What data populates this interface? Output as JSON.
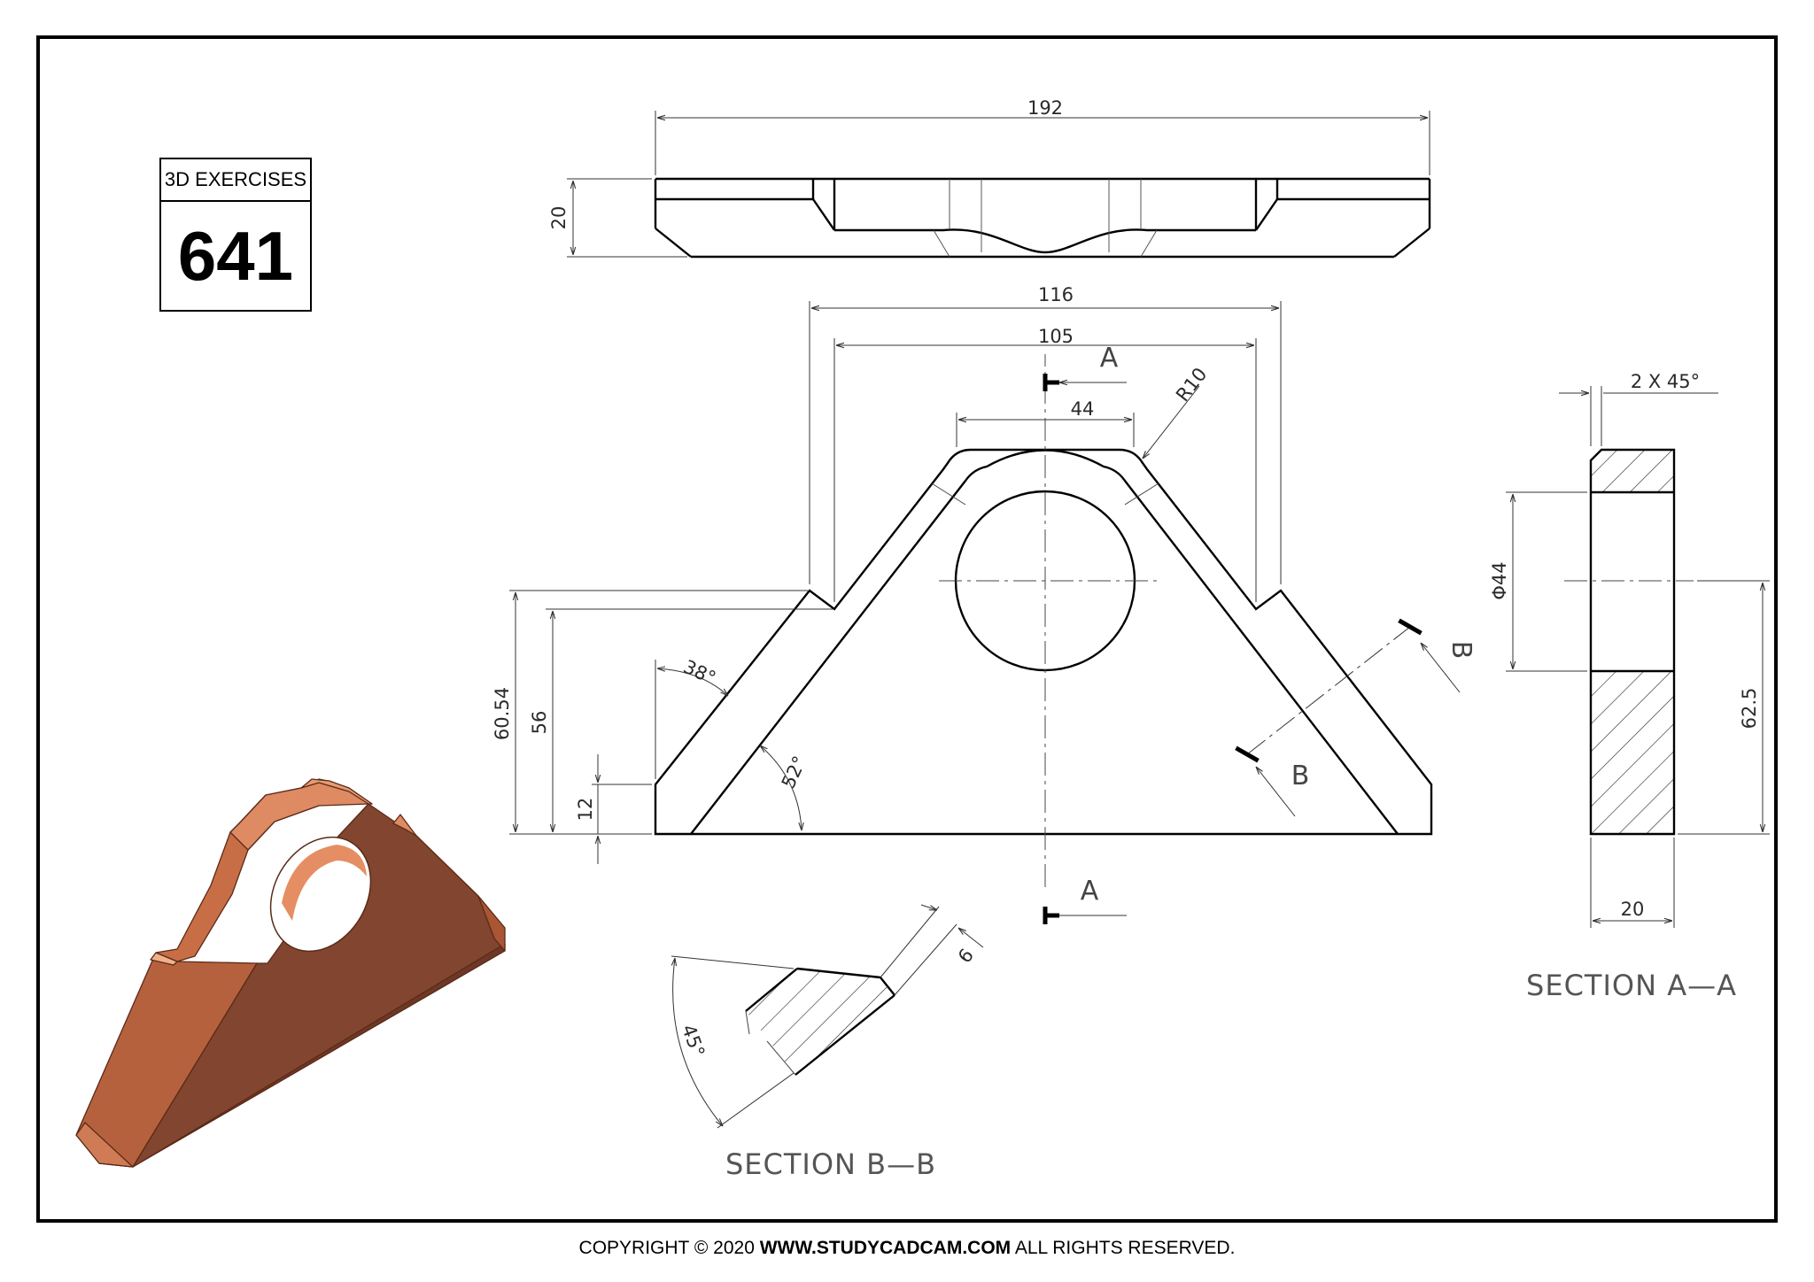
{
  "badge": {
    "title": "3D EXERCISES",
    "number": "641"
  },
  "footer": {
    "prefix": "COPYRIGHT © 2020 ",
    "site": "WWW.STUDYCADCAM.COM",
    "suffix": " ALL RIGHTS RESERVED."
  },
  "dimensions": {
    "overall_length": "192",
    "thickness": "20",
    "width_116": "116",
    "width_105": "105",
    "top_flat": "44",
    "fillet_radius": "R10",
    "height_60_54": "60.54",
    "height_56": "56",
    "height_12": "12",
    "angle_38": "38°",
    "angle_52": "52°",
    "chamfer": "2 X 45°",
    "hole_diameter": "Φ44",
    "hole_center_height": "62.5",
    "section_width": "20",
    "rib_thickness": "6",
    "angle_45": "45°"
  },
  "sections": {
    "cut_a": "A",
    "cut_b": "B",
    "section_aa": "SECTION A—A",
    "section_bb": "SECTION B—B"
  },
  "colors": {
    "model_dark": "#82452f",
    "model_mid": "#b6613d",
    "model_light": "#de8a62",
    "line": "#000000",
    "thin_line": "#333333"
  }
}
